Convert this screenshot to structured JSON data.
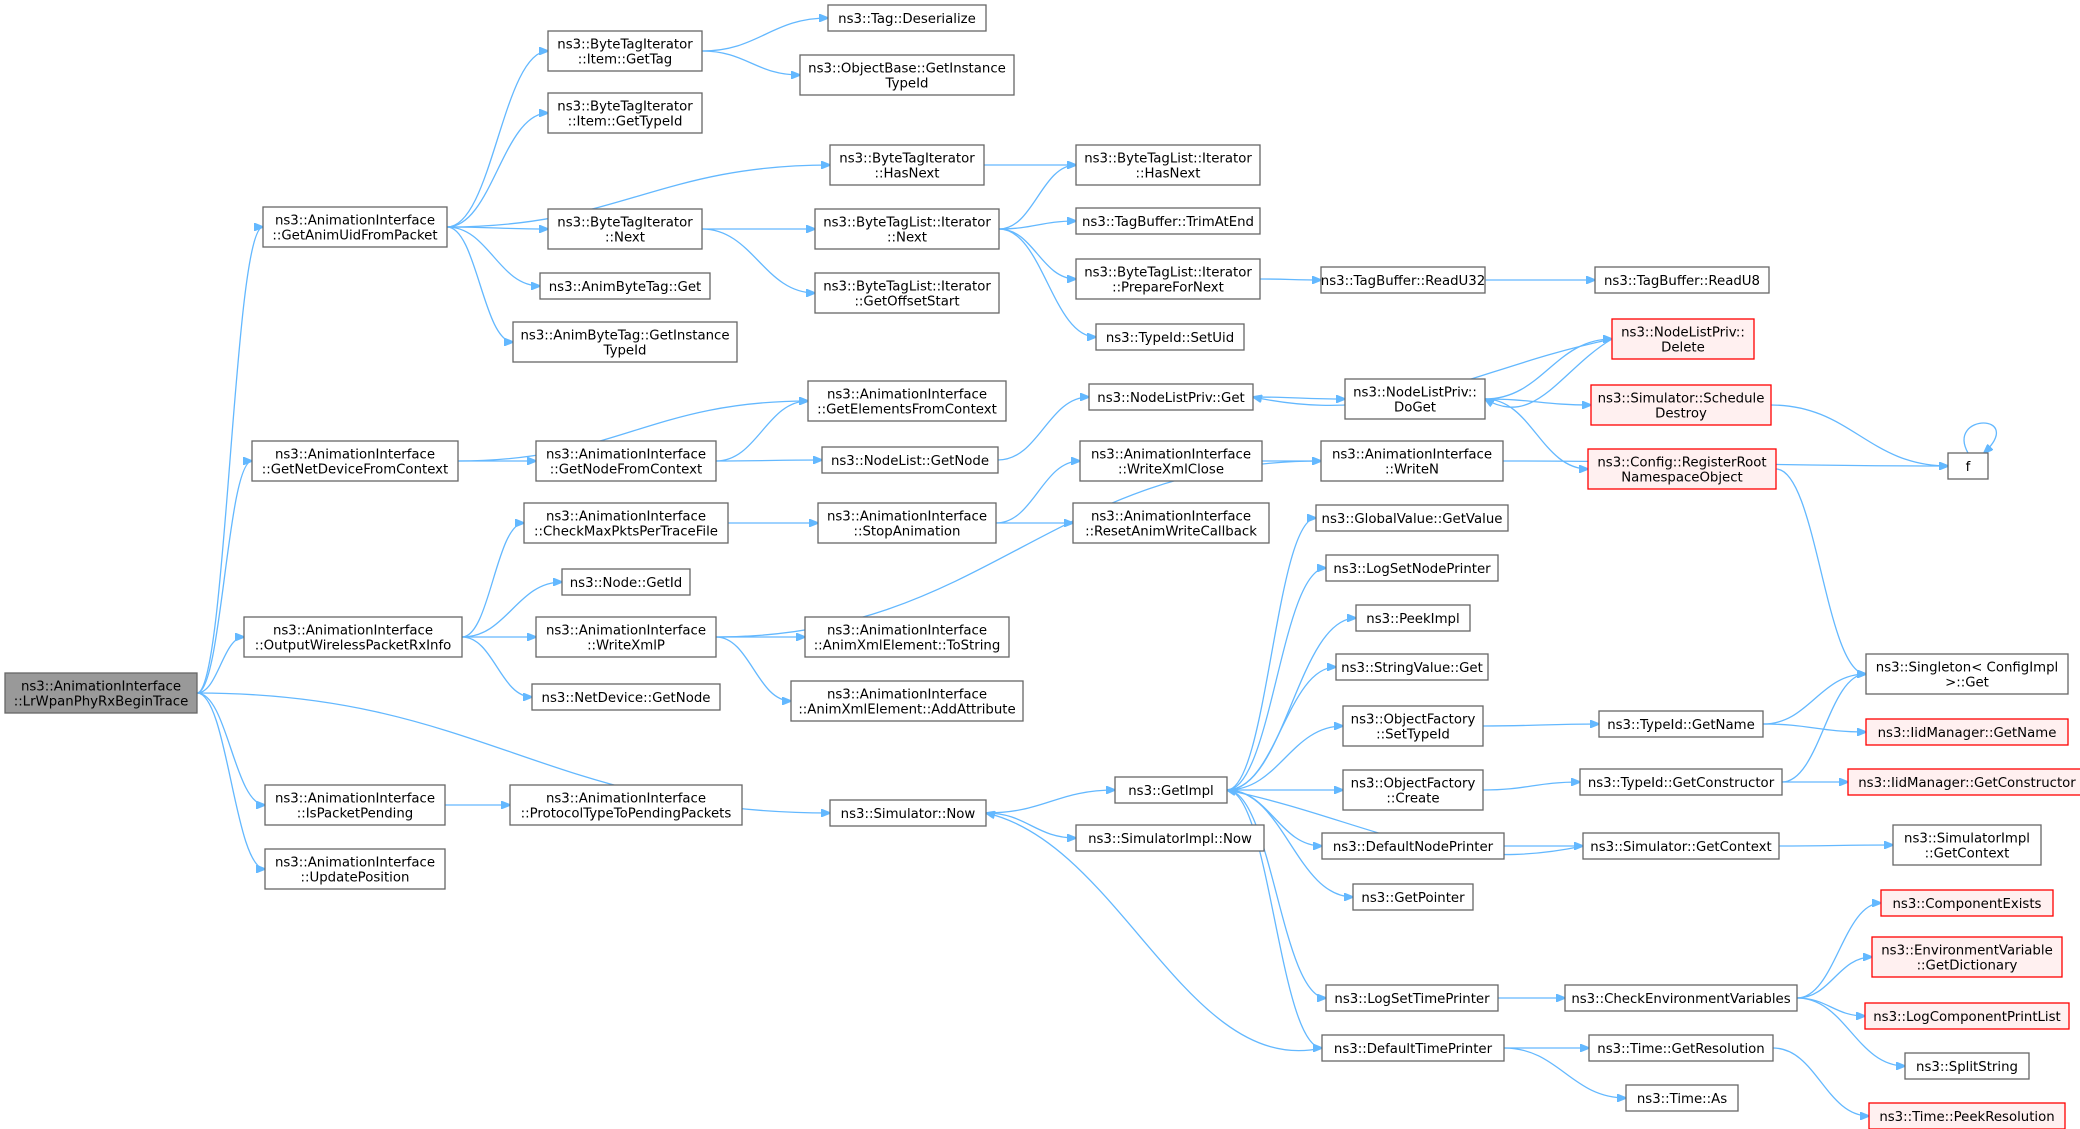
{
  "graph": {
    "title": "",
    "colors": {
      "edge": "#63b8ff",
      "border": "#666666",
      "root_fill": "#999999",
      "red_border": "#ff0000",
      "red_fill": "#fff0f0"
    },
    "nodes": [
      {
        "id": "root",
        "lines": [
          "ns3::AnimationInterface",
          "::LrWpanPhyRxBeginTrace"
        ],
        "style": "root"
      },
      {
        "id": "getAnimUid",
        "lines": [
          "ns3::AnimationInterface",
          "::GetAnimUidFromPacket"
        ]
      },
      {
        "id": "getNetDevice",
        "lines": [
          "ns3::AnimationInterface",
          "::GetNetDeviceFromContext"
        ]
      },
      {
        "id": "outputWireless",
        "lines": [
          "ns3::AnimationInterface",
          "::OutputWirelessPacketRxInfo"
        ]
      },
      {
        "id": "isPacketPending",
        "lines": [
          "ns3::AnimationInterface",
          "::IsPacketPending"
        ]
      },
      {
        "id": "updatePosition",
        "lines": [
          "ns3::AnimationInterface",
          "::UpdatePosition"
        ]
      },
      {
        "id": "btiGetTag",
        "lines": [
          "ns3::ByteTagIterator",
          "::Item::GetTag"
        ]
      },
      {
        "id": "btiGetTypeId",
        "lines": [
          "ns3::ByteTagIterator",
          "::Item::GetTypeId"
        ]
      },
      {
        "id": "btiNext",
        "lines": [
          "ns3::ByteTagIterator",
          "::Next"
        ]
      },
      {
        "id": "abtGet",
        "lines": [
          "ns3::AnimByteTag::Get"
        ]
      },
      {
        "id": "abtGetInstance",
        "lines": [
          "ns3::AnimByteTag::GetInstance",
          "TypeId"
        ]
      },
      {
        "id": "getNodeFromCtx",
        "lines": [
          "ns3::AnimationInterface",
          "::GetNodeFromContext"
        ]
      },
      {
        "id": "checkMaxPkts",
        "lines": [
          "ns3::AnimationInterface",
          "::CheckMaxPktsPerTraceFile"
        ]
      },
      {
        "id": "nodeGetId",
        "lines": [
          "ns3::Node::GetId"
        ]
      },
      {
        "id": "writeXmlP",
        "lines": [
          "ns3::AnimationInterface",
          "::WriteXmlP"
        ]
      },
      {
        "id": "netDevGetNode",
        "lines": [
          "ns3::NetDevice::GetNode"
        ]
      },
      {
        "id": "protoType",
        "lines": [
          "ns3::AnimationInterface",
          "::ProtocolTypeToPendingPackets"
        ]
      },
      {
        "id": "tagDeserialize",
        "lines": [
          "ns3::Tag::Deserialize"
        ]
      },
      {
        "id": "objBaseGetInst",
        "lines": [
          "ns3::ObjectBase::GetInstance",
          "TypeId"
        ]
      },
      {
        "id": "btiHasNext",
        "lines": [
          "ns3::ByteTagIterator",
          "::HasNext"
        ]
      },
      {
        "id": "btlIterNext",
        "lines": [
          "ns3::ByteTagList::Iterator",
          "::Next"
        ]
      },
      {
        "id": "btlGetOffset",
        "lines": [
          "ns3::ByteTagList::Iterator",
          "::GetOffsetStart"
        ]
      },
      {
        "id": "getElements",
        "lines": [
          "ns3::AnimationInterface",
          "::GetElementsFromContext"
        ]
      },
      {
        "id": "nodeListGetNode",
        "lines": [
          "ns3::NodeList::GetNode"
        ]
      },
      {
        "id": "stopAnimation",
        "lines": [
          "ns3::AnimationInterface",
          "::StopAnimation"
        ]
      },
      {
        "id": "animXmlToString",
        "lines": [
          "ns3::AnimationInterface",
          "::AnimXmlElement::ToString"
        ]
      },
      {
        "id": "animXmlAddAttr",
        "lines": [
          "ns3::AnimationInterface",
          "::AnimXmlElement::AddAttribute"
        ]
      },
      {
        "id": "simNow",
        "lines": [
          "ns3::Simulator::Now"
        ]
      },
      {
        "id": "btlIterHasNext",
        "lines": [
          "ns3::ByteTagList::Iterator",
          "::HasNext"
        ]
      },
      {
        "id": "tagBufTrim",
        "lines": [
          "ns3::TagBuffer::TrimAtEnd"
        ]
      },
      {
        "id": "btlPrepare",
        "lines": [
          "ns3::ByteTagList::Iterator",
          "::PrepareForNext"
        ]
      },
      {
        "id": "typeIdSetUid",
        "lines": [
          "ns3::TypeId::SetUid"
        ]
      },
      {
        "id": "nlpGet",
        "lines": [
          "ns3::NodeListPriv::Get"
        ]
      },
      {
        "id": "writeXmlClose",
        "lines": [
          "ns3::AnimationInterface",
          "::WriteXmlClose"
        ]
      },
      {
        "id": "resetAnimWrite",
        "lines": [
          "ns3::AnimationInterface",
          "::ResetAnimWriteCallback"
        ]
      },
      {
        "id": "getImpl",
        "lines": [
          "ns3::GetImpl"
        ]
      },
      {
        "id": "simImplNow",
        "lines": [
          "ns3::SimulatorImpl::Now"
        ]
      },
      {
        "id": "tagBufReadU32",
        "lines": [
          "ns3::TagBuffer::ReadU32"
        ]
      },
      {
        "id": "tagBufReadU8",
        "lines": [
          "ns3::TagBuffer::ReadU8"
        ]
      },
      {
        "id": "nlpDoGet",
        "lines": [
          "ns3::NodeListPriv::",
          "DoGet"
        ]
      },
      {
        "id": "writeN",
        "lines": [
          "ns3::AnimationInterface",
          "::WriteN"
        ]
      },
      {
        "id": "gvGetValue",
        "lines": [
          "ns3::GlobalValue::GetValue"
        ]
      },
      {
        "id": "logSetNodePrinter",
        "lines": [
          "ns3::LogSetNodePrinter"
        ]
      },
      {
        "id": "peekImpl",
        "lines": [
          "ns3::PeekImpl"
        ]
      },
      {
        "id": "stringValueGet",
        "lines": [
          "ns3::StringValue::Get"
        ]
      },
      {
        "id": "ofSetTypeId",
        "lines": [
          "ns3::ObjectFactory",
          "::SetTypeId"
        ]
      },
      {
        "id": "ofCreate",
        "lines": [
          "ns3::ObjectFactory",
          "::Create"
        ]
      },
      {
        "id": "defaultNodePrinter",
        "lines": [
          "ns3::DefaultNodePrinter"
        ]
      },
      {
        "id": "getPointer",
        "lines": [
          "ns3::GetPointer"
        ]
      },
      {
        "id": "logSetTimePrinter",
        "lines": [
          "ns3::LogSetTimePrinter"
        ]
      },
      {
        "id": "defaultTimePrinter",
        "lines": [
          "ns3::DefaultTimePrinter"
        ]
      },
      {
        "id": "nlpDelete",
        "lines": [
          "ns3::NodeListPriv::",
          "Delete"
        ],
        "style": "red"
      },
      {
        "id": "simSchedDestroy",
        "lines": [
          "ns3::Simulator::Schedule",
          "Destroy"
        ],
        "style": "red"
      },
      {
        "id": "cfgRegisterRoot",
        "lines": [
          "ns3::Config::RegisterRoot",
          "NamespaceObject"
        ],
        "style": "red"
      },
      {
        "id": "f",
        "lines": [
          "f"
        ]
      },
      {
        "id": "typeIdGetName",
        "lines": [
          "ns3::TypeId::GetName"
        ]
      },
      {
        "id": "typeIdGetCtor",
        "lines": [
          "ns3::TypeId::GetConstructor"
        ]
      },
      {
        "id": "simGetContext",
        "lines": [
          "ns3::Simulator::GetContext"
        ]
      },
      {
        "id": "checkEnvVars",
        "lines": [
          "ns3::CheckEnvironmentVariables"
        ]
      },
      {
        "id": "timeGetRes",
        "lines": [
          "ns3::Time::GetResolution"
        ]
      },
      {
        "id": "timeAs",
        "lines": [
          "ns3::Time::As"
        ]
      },
      {
        "id": "singletonGet",
        "lines": [
          "ns3::Singleton< ConfigImpl",
          " >::Get"
        ]
      },
      {
        "id": "iidGetName",
        "lines": [
          "ns3::IidManager::GetName"
        ],
        "style": "red"
      },
      {
        "id": "iidGetCtor",
        "lines": [
          "ns3::IidManager::GetConstructor"
        ],
        "style": "red"
      },
      {
        "id": "simImplGetCtx",
        "lines": [
          "ns3::SimulatorImpl",
          "::GetContext"
        ]
      },
      {
        "id": "compExists",
        "lines": [
          "ns3::ComponentExists"
        ],
        "style": "red"
      },
      {
        "id": "envVarGetDict",
        "lines": [
          "ns3::EnvironmentVariable",
          "::GetDictionary"
        ],
        "style": "red"
      },
      {
        "id": "logCompPrint",
        "lines": [
          "ns3::LogComponentPrintList"
        ],
        "style": "red"
      },
      {
        "id": "splitString",
        "lines": [
          "ns3::SplitString"
        ]
      },
      {
        "id": "timePeekRes",
        "lines": [
          "ns3::Time::PeekResolution"
        ],
        "style": "red"
      }
    ],
    "edges": [
      [
        "root",
        "getAnimUid"
      ],
      [
        "root",
        "getNetDevice"
      ],
      [
        "root",
        "outputWireless"
      ],
      [
        "root",
        "isPacketPending"
      ],
      [
        "root",
        "updatePosition"
      ],
      [
        "root",
        "simNow"
      ],
      [
        "getAnimUid",
        "btiGetTag"
      ],
      [
        "getAnimUid",
        "btiGetTypeId"
      ],
      [
        "getAnimUid",
        "btiHasNext"
      ],
      [
        "getAnimUid",
        "btiNext"
      ],
      [
        "getAnimUid",
        "abtGet"
      ],
      [
        "getAnimUid",
        "abtGetInstance"
      ],
      [
        "btiGetTag",
        "tagDeserialize"
      ],
      [
        "btiGetTag",
        "objBaseGetInst"
      ],
      [
        "btiHasNext",
        "btlIterHasNext"
      ],
      [
        "btiNext",
        "btlIterNext"
      ],
      [
        "btiNext",
        "btlGetOffset"
      ],
      [
        "btlIterNext",
        "btlIterHasNext"
      ],
      [
        "btlIterNext",
        "tagBufTrim"
      ],
      [
        "btlIterNext",
        "btlPrepare"
      ],
      [
        "btlIterNext",
        "typeIdSetUid"
      ],
      [
        "btlPrepare",
        "tagBufReadU32"
      ],
      [
        "tagBufReadU32",
        "tagBufReadU8"
      ],
      [
        "getNetDevice",
        "getElements"
      ],
      [
        "getNetDevice",
        "getNodeFromCtx"
      ],
      [
        "getNodeFromCtx",
        "getElements"
      ],
      [
        "getNodeFromCtx",
        "nodeListGetNode"
      ],
      [
        "nodeListGetNode",
        "nlpGet"
      ],
      [
        "nlpGet",
        "nlpDoGet"
      ],
      [
        "nlpDoGet",
        "nlpDelete"
      ],
      [
        "nlpDoGet",
        "simSchedDestroy"
      ],
      [
        "nlpDoGet",
        "cfgRegisterRoot"
      ],
      [
        "nlpDelete",
        "nlpGet"
      ],
      [
        "nlpDelete",
        "nlpDoGet"
      ],
      [
        "simSchedDestroy",
        "f"
      ],
      [
        "f",
        "f"
      ],
      [
        "cfgRegisterRoot",
        "singletonGet"
      ],
      [
        "outputWireless",
        "checkMaxPkts"
      ],
      [
        "outputWireless",
        "nodeGetId"
      ],
      [
        "outputWireless",
        "writeXmlP"
      ],
      [
        "outputWireless",
        "netDevGetNode"
      ],
      [
        "checkMaxPkts",
        "stopAnimation"
      ],
      [
        "stopAnimation",
        "writeXmlClose"
      ],
      [
        "stopAnimation",
        "resetAnimWrite"
      ],
      [
        "writeXmlClose",
        "writeN"
      ],
      [
        "writeN",
        "f"
      ],
      [
        "writeXmlP",
        "writeN"
      ],
      [
        "writeXmlP",
        "animXmlToString"
      ],
      [
        "writeXmlP",
        "animXmlAddAttr"
      ],
      [
        "isPacketPending",
        "protoType"
      ],
      [
        "simNow",
        "getImpl"
      ],
      [
        "simNow",
        "simImplNow"
      ],
      [
        "getImpl",
        "gvGetValue"
      ],
      [
        "getImpl",
        "logSetNodePrinter"
      ],
      [
        "getImpl",
        "peekImpl"
      ],
      [
        "getImpl",
        "stringValueGet"
      ],
      [
        "getImpl",
        "ofSetTypeId"
      ],
      [
        "getImpl",
        "ofCreate"
      ],
      [
        "getImpl",
        "defaultNodePrinter"
      ],
      [
        "getImpl",
        "getPointer"
      ],
      [
        "getImpl",
        "logSetTimePrinter"
      ],
      [
        "getImpl",
        "defaultTimePrinter"
      ],
      [
        "ofSetTypeId",
        "typeIdGetName"
      ],
      [
        "typeIdGetName",
        "singletonGet"
      ],
      [
        "typeIdGetName",
        "iidGetName"
      ],
      [
        "ofCreate",
        "typeIdGetCtor"
      ],
      [
        "typeIdGetCtor",
        "singletonGet"
      ],
      [
        "typeIdGetCtor",
        "iidGetCtor"
      ],
      [
        "defaultNodePrinter",
        "simGetContext"
      ],
      [
        "simGetContext",
        "simImplGetCtx"
      ],
      [
        "simGetContext",
        "getImpl"
      ],
      [
        "logSetTimePrinter",
        "checkEnvVars"
      ],
      [
        "checkEnvVars",
        "compExists"
      ],
      [
        "checkEnvVars",
        "envVarGetDict"
      ],
      [
        "checkEnvVars",
        "logCompPrint"
      ],
      [
        "checkEnvVars",
        "splitString"
      ],
      [
        "defaultTimePrinter",
        "simNow"
      ],
      [
        "defaultTimePrinter",
        "timeGetRes"
      ],
      [
        "defaultTimePrinter",
        "timeAs"
      ],
      [
        "timeGetRes",
        "timePeekRes"
      ]
    ]
  }
}
